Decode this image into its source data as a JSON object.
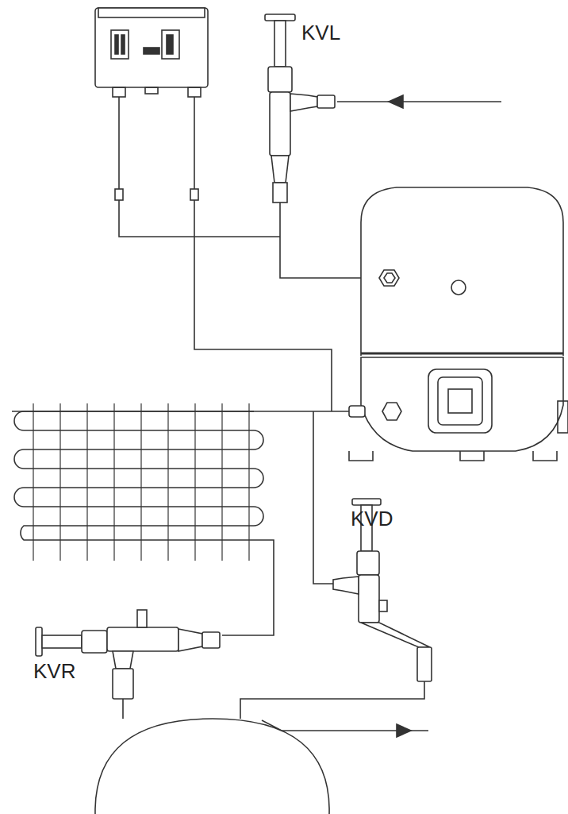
{
  "diagram": {
    "labels": [
      "KVL",
      "KVD",
      "KVR"
    ]
  }
}
